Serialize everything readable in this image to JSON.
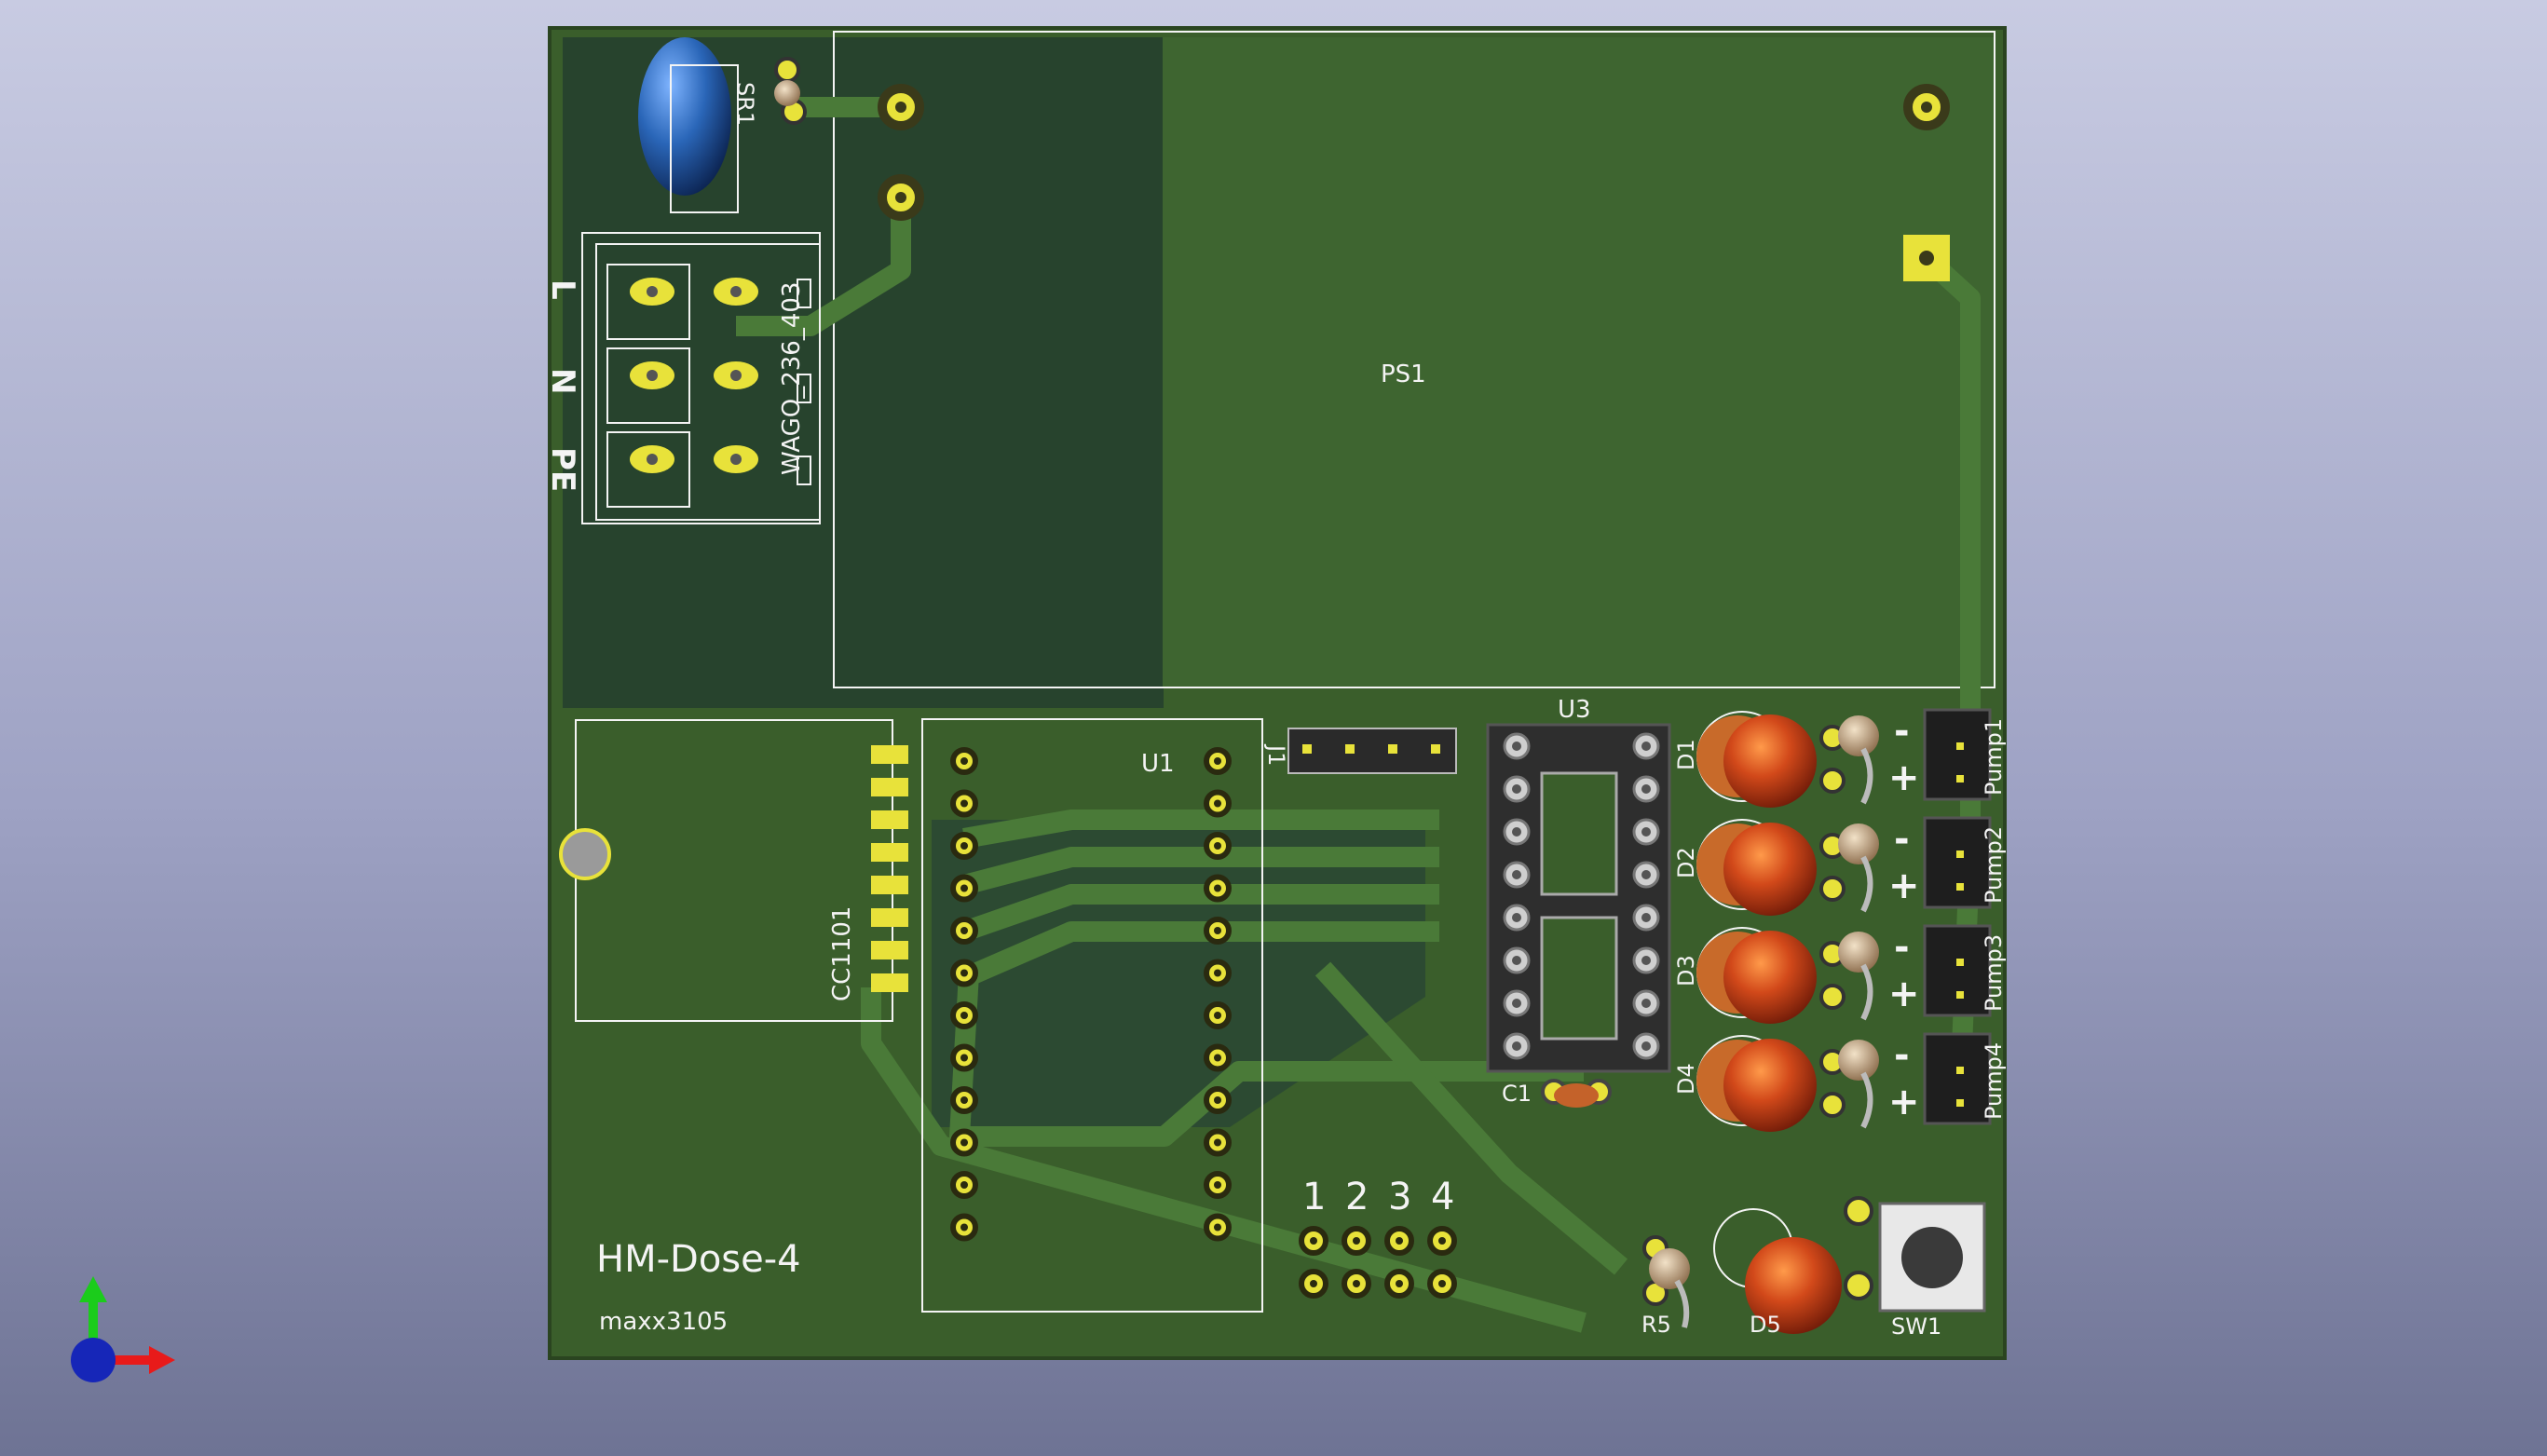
{
  "colors": {
    "background_top": "#c8cbe2",
    "background_bottom": "#6e7394",
    "board": "#3a5e2b",
    "copper_pour": "#2a4630",
    "trace": "#4a7a38",
    "pad": "#e8e23a",
    "silkscreen": "#f4f4f4",
    "led": "#c8441a",
    "capacitor": "#2a66b8"
  },
  "board": {
    "title": "HM-Dose-4",
    "author": "maxx3105"
  },
  "terminal_labels": [
    "L",
    "N",
    "PE"
  ],
  "references": {
    "power_supply": "PS1",
    "terminal_block": "WAGO_236_403",
    "fuse": "SR1",
    "radio_module": "CC1101",
    "mcu_module": "U1",
    "header": "J1",
    "ic_socket": "U3",
    "capacitor": "C1",
    "resistor": "R5",
    "status_led": "D5",
    "button": "SW1"
  },
  "channels": [
    {
      "led": "D1",
      "connector": "Pump1",
      "minus": "-",
      "plus": "+"
    },
    {
      "led": "D2",
      "connector": "Pump2",
      "minus": "-",
      "plus": "+"
    },
    {
      "led": "D3",
      "connector": "Pump3",
      "minus": "-",
      "plus": "+"
    },
    {
      "led": "D4",
      "connector": "Pump4",
      "minus": "-",
      "plus": "+"
    }
  ],
  "jumper_numbers": [
    "1",
    "2",
    "3",
    "4"
  ],
  "axis_icons": [
    "axis-z-arrow-icon",
    "axis-x-arrow-icon",
    "axis-y-origin-icon"
  ]
}
